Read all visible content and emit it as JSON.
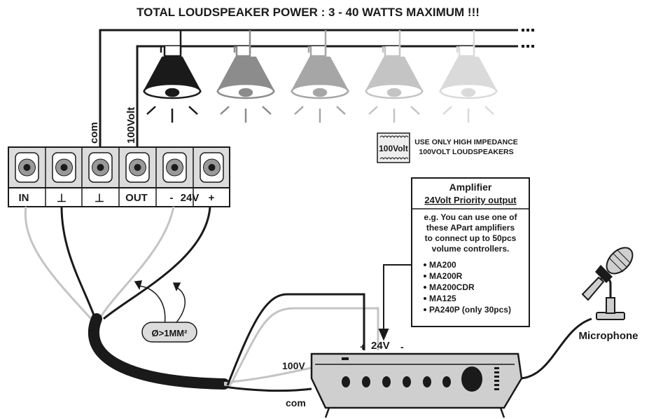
{
  "title": "TOTAL LOUDSPEAKER POWER : 3 - 40 WATTS MAXIMUM !!!",
  "wire_labels": {
    "com_vertical": "com",
    "volt_vertical": "100Volt",
    "amp_100v": "100V",
    "amp_com": "com",
    "amp_plus": "+",
    "amp_24v": "24V",
    "amp_minus": "-",
    "cable_diameter": "Ø>1MM²"
  },
  "terminals": {
    "in": "IN",
    "ground_1": "⊥",
    "ground_2": "⊥",
    "out": "OUT",
    "minus": "-",
    "v24": "24V",
    "plus": "+"
  },
  "badge": {
    "label": "100Volt"
  },
  "notice": {
    "line1": "USE ONLY HIGH IMPEDANCE",
    "line2": "100VOLT LOUDSPEAKERS"
  },
  "amplifier_box": {
    "title": "Amplifier",
    "subtitle": "24Volt Priority output",
    "body": [
      "e.g. You can use one of",
      "these APart amplifiers",
      "to connect up to 50pcs",
      "volume controllers."
    ],
    "models": [
      "MA200",
      "MA200R",
      "MA200CDR",
      "MA125",
      "PA240P (only 30pcs)"
    ]
  },
  "microphone_label": "Microphone",
  "colors": {
    "ink": "#1a1a1a",
    "wire_gray": "#bdbdbd",
    "speaker_1": "#1a1a1a",
    "speaker_2": "#8c8c8c",
    "speaker_3": "#a6a6a6",
    "speaker_4": "#c4c4c4",
    "speaker_5": "#dadada"
  }
}
